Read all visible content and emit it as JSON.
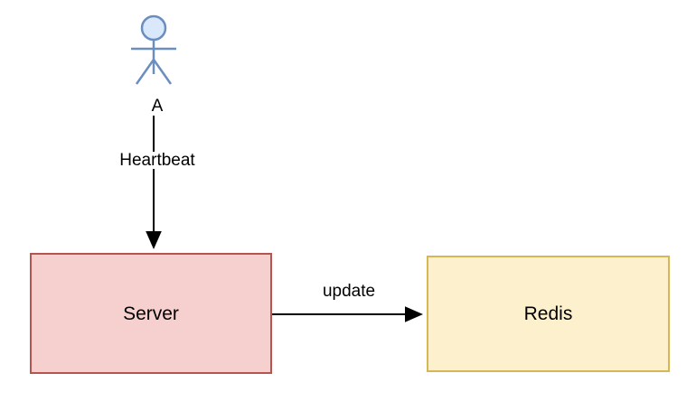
{
  "diagram": {
    "type": "flowchart",
    "background_color": "#ffffff",
    "actor": {
      "name": "actor-stick-figure",
      "label": "A",
      "fill_color": "#dae8fc",
      "stroke_color": "#6c8ebf"
    },
    "nodes": [
      {
        "id": "server",
        "label": "Server",
        "shape": "rectangle",
        "fill_color": "#f5d0ce",
        "border_color": "#b85450",
        "text_color": "#000000"
      },
      {
        "id": "redis",
        "label": "Redis",
        "shape": "rectangle",
        "fill_color": "#fdf0cd",
        "border_color": "#d6b656",
        "text_color": "#000000"
      }
    ],
    "edges": [
      {
        "id": "actor-to-server",
        "label": "Heartbeat",
        "from": "actor",
        "to": "server",
        "direction": "down",
        "stroke_color": "#000000"
      },
      {
        "id": "server-to-redis",
        "label": "update",
        "from": "server",
        "to": "redis",
        "direction": "right",
        "stroke_color": "#000000"
      }
    ]
  }
}
